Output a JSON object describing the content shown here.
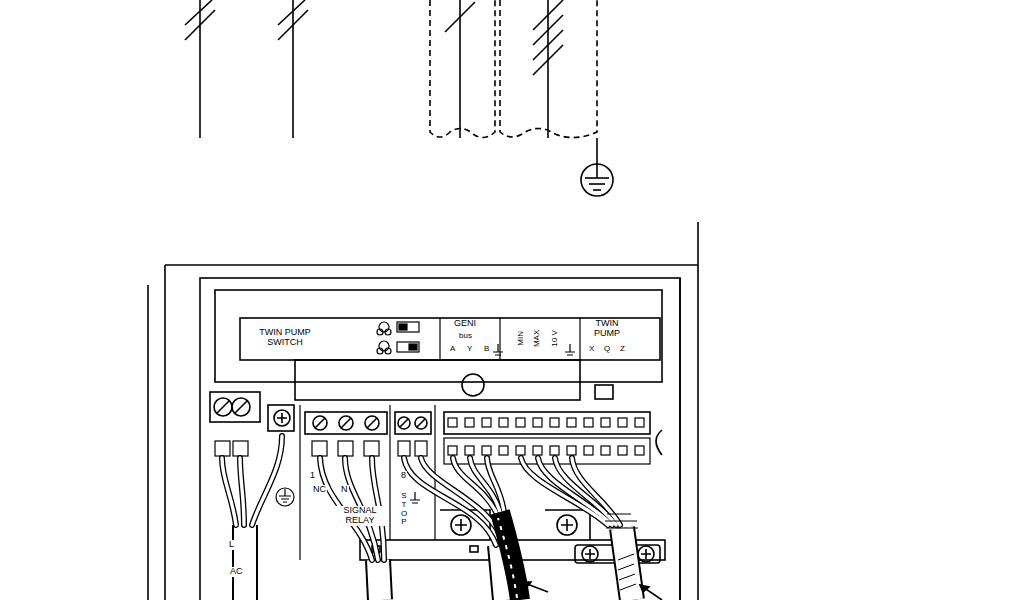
{
  "diagram": {
    "labels": [
      "TWIN PUMP SWITCH",
      "GENI",
      "bus",
      "A",
      "Y",
      "B",
      "MIN",
      "MAX",
      "10 V",
      "TWIN PUMP",
      "X",
      "Q",
      "Z",
      "1",
      "NC",
      "N",
      "SIGNAL RELAY",
      "8",
      "STOP",
      "L",
      "AC"
    ]
  }
}
